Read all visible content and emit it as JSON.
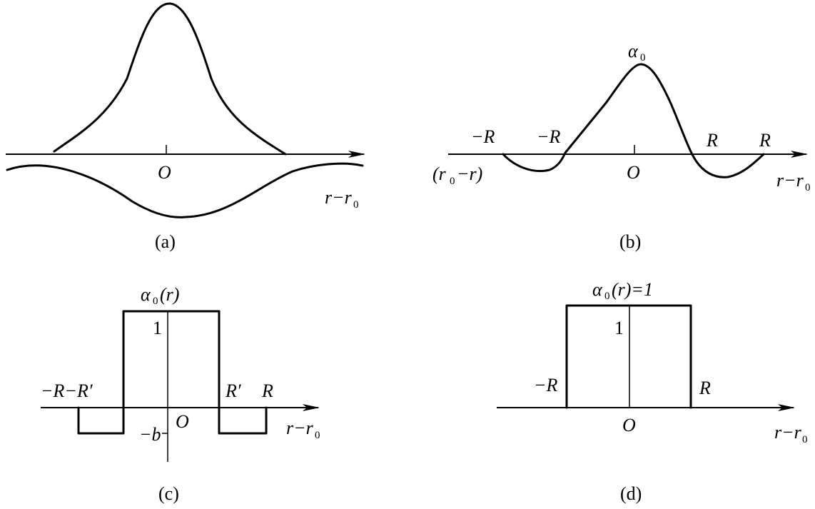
{
  "panels": {
    "a": {
      "caption": "(a)",
      "origin": "O",
      "xlabel": {
        "main": "r−r",
        "sub": "0"
      }
    },
    "b": {
      "caption": "(b)",
      "origin": "O",
      "peak": {
        "main": "α",
        "sub": "0"
      },
      "neg_outer": "−R",
      "neg_inner": "−R",
      "pos_inner": "R",
      "pos_outer": "R",
      "left_axis": {
        "open": "(r",
        "sub": "0",
        "rest": "−r)"
      },
      "xlabel": {
        "main": "r−r",
        "sub": "0"
      }
    },
    "c": {
      "caption": "(c)",
      "origin": "O",
      "top": {
        "main": "α",
        "sub": "0",
        "rest": "(r)"
      },
      "one": "1",
      "neg_label": "−R−R′",
      "r_prime": "R′",
      "r": "R",
      "minus_b": "−b",
      "xlabel": {
        "main": "r−r",
        "sub": "0"
      }
    },
    "d": {
      "caption": "(d)",
      "origin": "O",
      "top": {
        "main": "α",
        "sub": "0",
        "rest": "(r)=1"
      },
      "one": "1",
      "neg_r": "−R",
      "r": "R",
      "xlabel": {
        "main": "r−r",
        "sub": "0"
      }
    }
  }
}
